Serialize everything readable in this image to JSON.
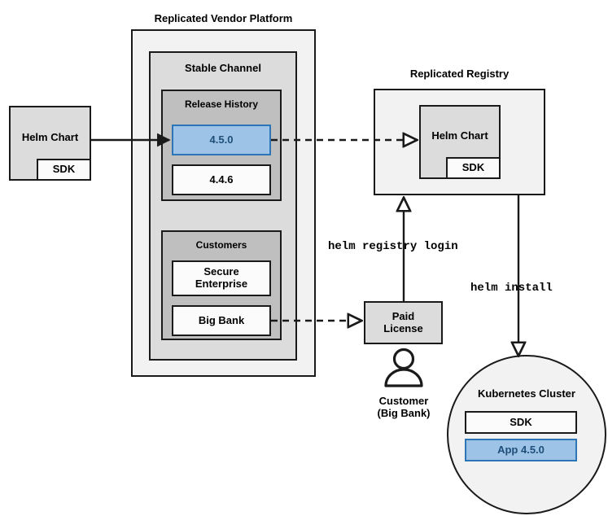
{
  "diagram": {
    "title_vendor_platform": "Replicated Vendor Platform",
    "title_registry": "Replicated Registry",
    "colors": {
      "accent_blue_fill": "#9dc3e6",
      "accent_blue_border": "#2e75b6",
      "accent_blue_text": "#1f4e79",
      "stroke": "#1a1a1a",
      "fill_lightest": "#f2f2f2",
      "fill_light": "#dcdcdc",
      "fill_mid": "#bfbfbf",
      "fill_white": "#fbfbfb"
    }
  },
  "source_chart": {
    "helm_chart_label": "Helm Chart",
    "sdk_label": "SDK"
  },
  "vendor_platform": {
    "stable_channel_label": "Stable Channel",
    "release_history": {
      "label": "Release History",
      "releases": [
        {
          "version": "4.5.0",
          "highlighted": true
        },
        {
          "version": "4.4.6",
          "highlighted": false
        }
      ]
    },
    "customers": {
      "label": "Customers",
      "items": [
        {
          "name": "Secure\nEnterprise"
        },
        {
          "name": "Big Bank"
        }
      ]
    }
  },
  "registry": {
    "helm_chart_label": "Helm Chart",
    "sdk_label": "SDK"
  },
  "license": {
    "label": "Paid\nLicense"
  },
  "customer_actor": {
    "label": "Customer\n(Big Bank)",
    "icon": "person-icon"
  },
  "cluster": {
    "label": "Kubernetes Cluster",
    "components": [
      {
        "name": "SDK",
        "highlighted": false
      },
      {
        "name": "App 4.5.0",
        "highlighted": true
      }
    ]
  },
  "commands": {
    "registry_login": "helm registry login",
    "install": "helm install"
  }
}
